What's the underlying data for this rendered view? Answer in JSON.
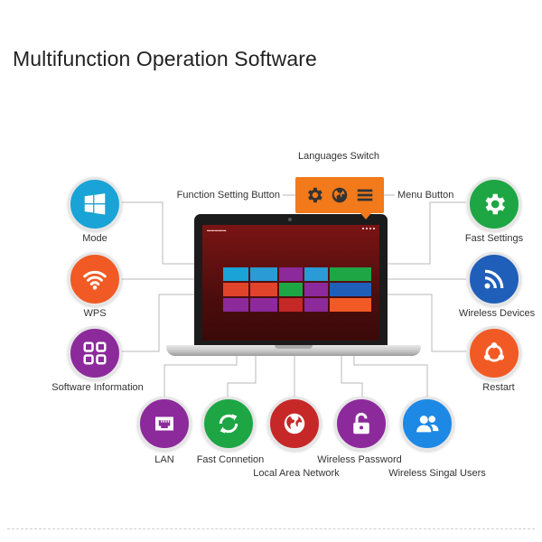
{
  "title": "Multifunction Operation Software",
  "callouts": {
    "languages_switch": "Languages Switch",
    "function_setting_button": "Function Setting Button",
    "menu_button": "Menu Button"
  },
  "features": [
    {
      "label": "Mode",
      "color": "#1aa3d6",
      "icon": "windows-icon"
    },
    {
      "label": "WPS",
      "color": "#f15a24",
      "icon": "wifi-icon"
    },
    {
      "label": "Software Information",
      "color": "#8c2a9b",
      "icon": "grid-apps-icon"
    },
    {
      "label": "Fast Settings",
      "color": "#1ea644",
      "icon": "gear-icon"
    },
    {
      "label": "Wireless Devices",
      "color": "#1f5fb9",
      "icon": "rss-icon"
    },
    {
      "label": "Restart",
      "color": "#f15a24",
      "icon": "restart-icon"
    },
    {
      "label": "LAN",
      "color": "#8c2a9b",
      "icon": "lan-port-icon"
    },
    {
      "label": "Fast Connetion",
      "color": "#1ea644",
      "icon": "sync-arrows-icon"
    },
    {
      "label": "Local Area Network",
      "color": "#c62828",
      "icon": "globe-icon"
    },
    {
      "label": "Wireless Password",
      "color": "#8c2a9b",
      "icon": "unlock-icon"
    },
    {
      "label": "Wireless Singal Users",
      "color": "#1e88e5",
      "icon": "users-icon"
    }
  ],
  "toolbar": {
    "color": "#f27a1b",
    "icons": [
      "gear-icon",
      "globe-icon",
      "menu-icon"
    ]
  }
}
